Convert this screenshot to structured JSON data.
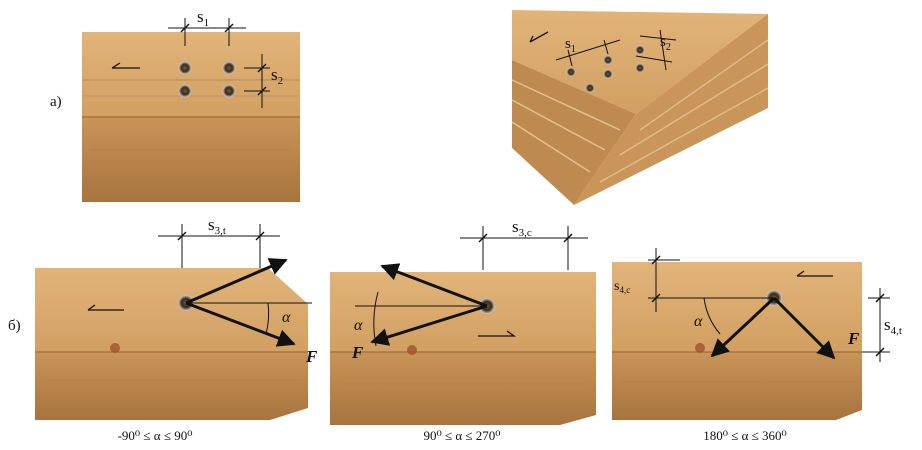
{
  "part_labels": {
    "a": "а)",
    "b": "б)"
  },
  "top_left": {
    "s1": "s",
    "s1_sub": "1",
    "s2": "s",
    "s2_sub": "2"
  },
  "top_right": {
    "s1": "s",
    "s1_sub": "1",
    "s2": "s",
    "s2_sub": "2"
  },
  "panel1": {
    "dim": "s",
    "dim_sub": "3,t",
    "angle": "α",
    "force": "F",
    "caption": "-90⁰ ≤ α ≤ 90⁰"
  },
  "panel2": {
    "dim": "s",
    "dim_sub": "3,c",
    "angle": "α",
    "force": "F",
    "caption": "90⁰ ≤ α ≤ 270⁰"
  },
  "panel3": {
    "dim_c": "s",
    "dim_c_sub": "4,c",
    "dim_t": "s",
    "dim_t_sub": "4,t",
    "angle": "α",
    "force": "F",
    "caption": "180⁰ ≤ α ≤ 360⁰"
  },
  "colors": {
    "wood_top": "#d9ab6e",
    "wood_front": "#c08c52",
    "wood_dark": "#9e6e3c",
    "ink": "#111111"
  }
}
